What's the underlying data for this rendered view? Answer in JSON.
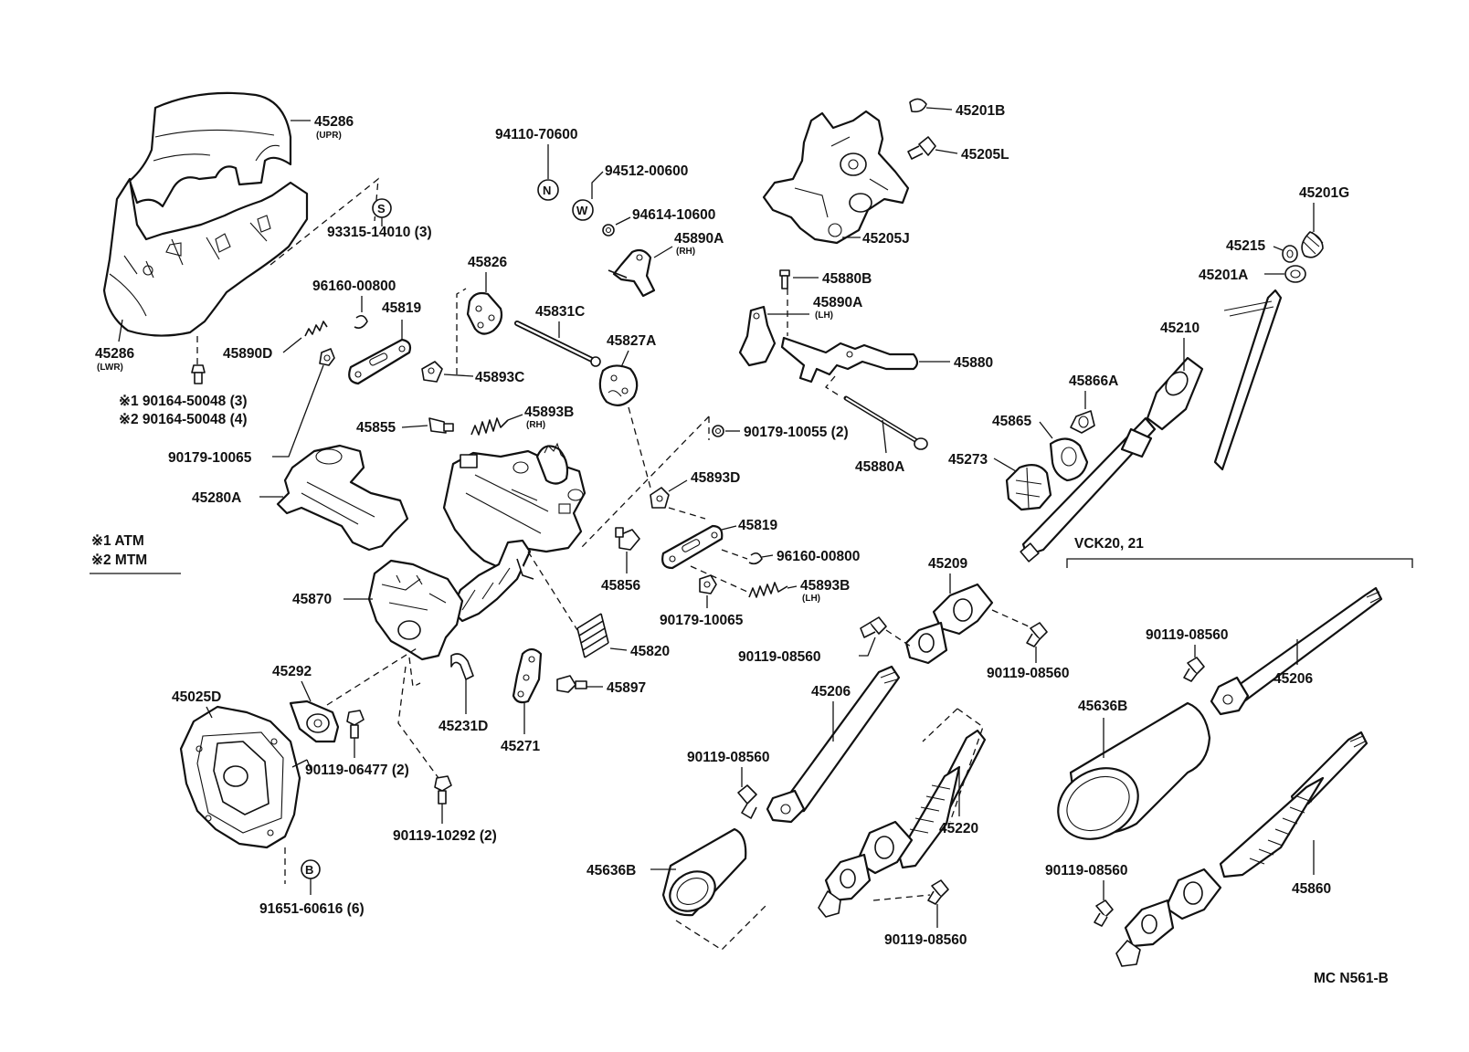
{
  "labels": {
    "p45286_upr": "45286",
    "p45286_upr_sub": "(UPR)",
    "p45286_lwr": "45286",
    "p45286_lwr_sub": "(LWR)",
    "p93315": "93315-14010 (3)",
    "p96160_a": "96160-00800",
    "p45819_a": "45819",
    "p45890d": "45890D",
    "n1_text": "※1 90164-50048 (3)",
    "n2_text": "※2 90164-50048 (4)",
    "p90179_a": "90179-10065",
    "p45855": "45855",
    "p45893b_rh": "45893B",
    "p45893b_rh_sub": "(RH)",
    "p45280a": "45280A",
    "p45893c": "45893C",
    "p45826": "45826",
    "p45831c": "45831C",
    "p45827a": "45827A",
    "p94110": "94110-70600",
    "p94512": "94512-00600",
    "p94614": "94614-10600",
    "p45890a_rh": "45890A",
    "p45890a_rh_sub": "(RH)",
    "p45201b": "45201B",
    "p45205l": "45205L",
    "p45205j": "45205J",
    "p45880b": "45880B",
    "p45890a_lh": "45890A",
    "p45890a_lh_sub": "(LH)",
    "p45880": "45880",
    "p45880a": "45880A",
    "p90179_b": "90179-10055 (2)",
    "p45893d": "45893D",
    "p45819_b": "45819",
    "p96160_b": "96160-00800",
    "p45856": "45856",
    "p45893b_lh": "45893B",
    "p45893b_lh_sub": "(LH)",
    "p90179_c": "90179-10065",
    "p45870": "45870",
    "p45820": "45820",
    "p45897": "45897",
    "p45292": "45292",
    "p45231d": "45231D",
    "p45271": "45271",
    "p45025d": "45025D",
    "p90119_06477": "90119-06477 (2)",
    "p90119_10292": "90119-10292 (2)",
    "p91651": "91651-60616 (6)",
    "p45201g": "45201G",
    "p45215": "45215",
    "p45201a": "45201A",
    "p45210": "45210",
    "p45866a": "45866A",
    "p45865": "45865",
    "p45273": "45273",
    "vck": "VCK20, 21",
    "p45209": "45209",
    "p90119_a": "90119-08560",
    "p90119_b": "90119-08560",
    "p45206_a": "45206",
    "p90119_c": "90119-08560",
    "p45220": "45220",
    "p45636b_a": "45636B",
    "p90119_d": "90119-08560",
    "p90119_e": "90119-08560",
    "p45206_b": "45206",
    "p45636b_b": "45636B",
    "p90119_f": "90119-08560",
    "p45860": "45860",
    "ref": "MC N561-B"
  },
  "legend": {
    "atm": "※1 ATM",
    "mtm": "※2 MTM"
  },
  "symbols": {
    "s": "S",
    "n": "N",
    "w": "W",
    "b": "B"
  }
}
